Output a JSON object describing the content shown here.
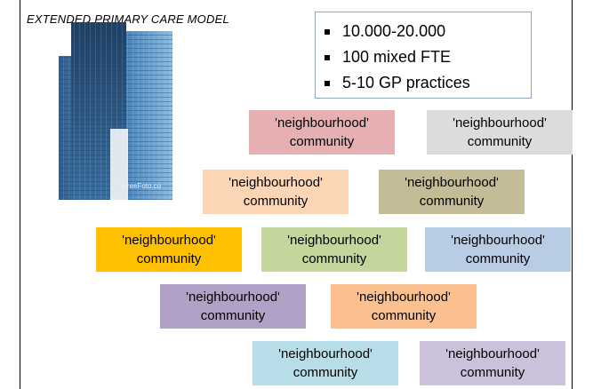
{
  "title": "EXTENDED PRIMARY CARE MODEL",
  "bullets": [
    "10.000-20.000",
    "100 mixed FTE",
    "5-10 GP practices"
  ],
  "watermark": "FreeFoto.co",
  "box_line1": "'neighbourhood'",
  "box_line2": "community",
  "boxes": [
    {
      "color": "#e6b0b3"
    },
    {
      "color": "#dcdcdc"
    },
    {
      "color": "#fcd5b4"
    },
    {
      "color": "#c4bc96"
    },
    {
      "color": "#ffc000"
    },
    {
      "color": "#c3d69b"
    },
    {
      "color": "#b8cce4"
    },
    {
      "color": "#b2a1c7"
    },
    {
      "color": "#fac090"
    },
    {
      "color": "#b7dee8"
    },
    {
      "color": "#ccc1da"
    }
  ]
}
